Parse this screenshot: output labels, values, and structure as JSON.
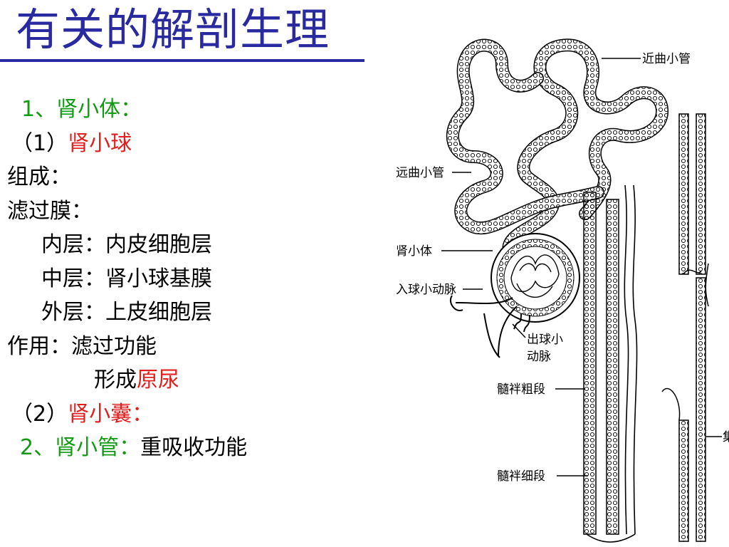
{
  "slide": {
    "title": "有关的解剖生理",
    "lines": [
      {
        "parts": [
          {
            "t": "1、肾小体：",
            "c": "green"
          }
        ]
      },
      {
        "parts": [
          {
            "t": "（1）",
            "c": "black"
          },
          {
            "t": "肾小球",
            "c": "red"
          }
        ]
      },
      {
        "parts": [
          {
            "t": "组成：",
            "c": "black"
          }
        ]
      },
      {
        "parts": [
          {
            "t": "滤过膜：",
            "c": "black"
          }
        ]
      },
      {
        "parts": [
          {
            "t": "内层：内皮细胞层",
            "c": "black"
          }
        ]
      },
      {
        "parts": [
          {
            "t": "中层：肾小球基膜",
            "c": "black"
          }
        ]
      },
      {
        "parts": [
          {
            "t": "外层：上皮细胞层",
            "c": "black"
          }
        ]
      },
      {
        "parts": [
          {
            "t": "作用：滤过功能",
            "c": "black"
          }
        ]
      },
      {
        "parts": [
          {
            "t": "形成",
            "c": "black"
          },
          {
            "t": "原尿",
            "c": "red"
          }
        ]
      },
      {
        "parts": [
          {
            "t": "（2）",
            "c": "black"
          },
          {
            "t": "肾小囊：",
            "c": "red"
          }
        ]
      },
      {
        "parts": [
          {
            "t": "2、肾小管：",
            "c": "green"
          },
          {
            "t": "重吸收功能",
            "c": "black"
          }
        ]
      }
    ]
  },
  "figure": {
    "labels": {
      "proximal": "近曲小管",
      "distal": "远曲小管",
      "corpuscle": "肾小体",
      "afferent": "入球小动脉",
      "efferent_1": "出球小",
      "efferent_2": "动脉",
      "thick_limb": "髓袢粗段",
      "thin_limb": "髓袢细段",
      "collecting": "集"
    }
  },
  "colors": {
    "title": "#2a2aa0",
    "green_text": "#139a13",
    "red_text": "#e02020"
  }
}
